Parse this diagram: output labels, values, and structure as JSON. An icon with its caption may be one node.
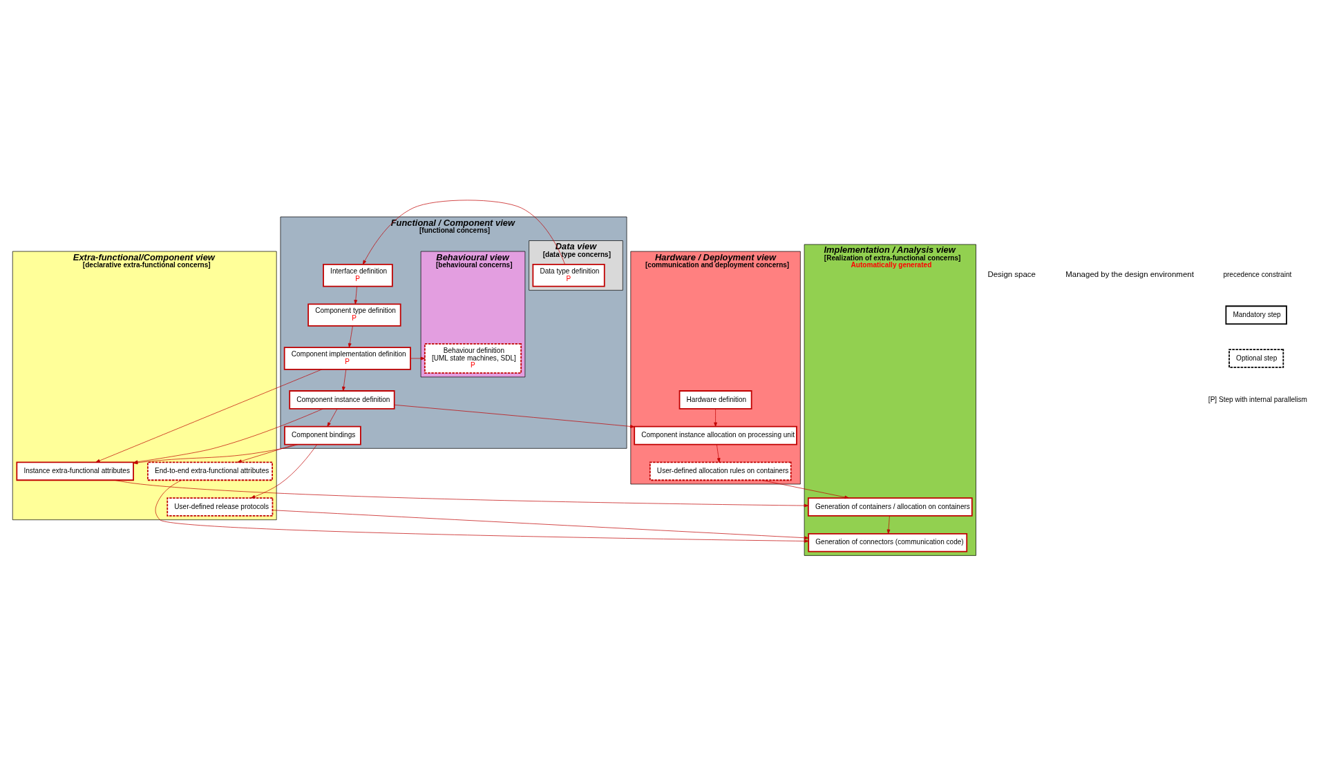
{
  "diagram": {
    "nodes": [
      {
        "text": [
          "Functional / Component view",
          "[functional concerns]"
        ]
      },
      {
        "text": [
          "Data view",
          "[data type concerns]"
        ],
        "in": 0
      },
      {
        "text": [
          "Data type definition",
          "P"
        ],
        "in": 1
      },
      {
        "text": [
          "Interface definition",
          "P"
        ],
        "in": 0
      },
      {
        "text": [
          "Component type definition",
          "P"
        ],
        "in": 0
      },
      {
        "text": [
          "Behavioural view",
          "[behavioural concerns]"
        ],
        "in": 0
      },
      {
        "text": [
          "Behaviour definition",
          "[UML state machines, SDL]",
          "P"
        ],
        "in": 5
      },
      {
        "text": [
          "Component implementation definition",
          "P"
        ],
        "in": 0
      },
      {
        "text": [
          "Component instance definition"
        ],
        "in": 0
      },
      {
        "text": [
          "Component bindings"
        ],
        "in": 0
      },
      {
        "text": [
          "Hardware / Deployment view",
          "[communication and deployment concerns]"
        ]
      },
      {
        "text": [
          "Hardware definition"
        ],
        "in": 10
      },
      {
        "text": [
          "Component instance allocation on processing unit"
        ],
        "in": 10
      },
      {
        "text": [
          "User-defined allocation rules on containers"
        ],
        "in": 10
      },
      {
        "text": [
          "Extra-functional/Component view",
          "[declarative extra-functional concerns]"
        ]
      },
      {
        "text": [
          "User-defined release protocols"
        ],
        "in": 14
      },
      {
        "text": [
          "Instance extra-functional attributes"
        ],
        "in": 14
      },
      {
        "text": [
          "End-to-end extra-functional attributes"
        ],
        "in": 14
      },
      {
        "text": [
          "Implementation / Analysis view",
          "[Realization of extra-functional concerns]",
          "Automatically generated"
        ]
      },
      {
        "text": [
          "Generation of containers / allocation on containers"
        ],
        "in": 18
      },
      {
        "text": [
          "Generation of connectors (communication code)"
        ],
        "in": 18
      }
    ],
    "edges": [
      {
        "from": 2,
        "to": 3,
        "arrow": "to"
      },
      {
        "from": 3,
        "to": 4,
        "arrow": "to"
      },
      {
        "from": 4,
        "to": 7,
        "arrow": "to"
      },
      {
        "from": 7,
        "to": 6,
        "arrow": "to"
      },
      {
        "from": 7,
        "to": 8,
        "arrow": "to"
      },
      {
        "from": 8,
        "to": 9,
        "arrow": "to"
      },
      {
        "from": 8,
        "to": 12,
        "arrow": "to"
      },
      {
        "from": 11,
        "to": 12,
        "arrow": "to"
      },
      {
        "from": 12,
        "to": 13,
        "arrow": "to"
      },
      {
        "from": 7,
        "to": 16,
        "arrow": "to"
      },
      {
        "from": 8,
        "to": 16,
        "arrow": "to"
      },
      {
        "from": 9,
        "to": 16,
        "arrow": "to"
      },
      {
        "from": 9,
        "to": 17,
        "arrow": "to"
      },
      {
        "from": 9,
        "to": 15,
        "arrow": "to"
      },
      {
        "from": 16,
        "to": 19,
        "arrow": "to"
      },
      {
        "from": 15,
        "to": 20,
        "arrow": "to"
      },
      {
        "from": 17,
        "to": 20,
        "arrow": "to"
      },
      {
        "from": 13,
        "to": 19,
        "arrow": "to"
      },
      {
        "from": 19,
        "to": 20,
        "arrow": "to"
      }
    ],
    "labels": [
      "Design space",
      "Managed by the design environment"
    ],
    "legend": [
      {
        "text": "precedence constraint"
      },
      {
        "text": "Mandatory step"
      },
      {
        "text": "Optional step"
      },
      {
        "text": "[P] Step with internal parallelism"
      }
    ]
  }
}
